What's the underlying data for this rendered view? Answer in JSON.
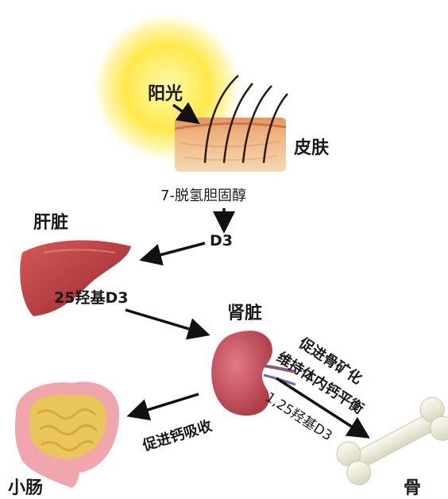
{
  "labels": {
    "sunlight": "阳光",
    "skin": "皮肤",
    "precursor": "7-脱氢胆固醇",
    "d3": "D3",
    "liver": "肝脏",
    "hydroxy_d3": "25羟基D3",
    "kidney": "肾脏",
    "intestine": "小肠",
    "bone": "骨",
    "promote_absorption": "促进钙吸收",
    "promote_mineralization": "促进骨矿化",
    "maintain_balance": "维持体内钙平衡",
    "dihydroxy_d3": "1,25羟基D3"
  },
  "colors": {
    "sun_glow": "#fff3a0",
    "sun_core": "#ffe23a",
    "skin_top": "#e9a470",
    "skin_body": "#f2c9a0",
    "liver": "#b7353a",
    "kidney": "#c24a58",
    "intestine_outer": "#f0a8b0",
    "intestine_inner": "#e8c45a",
    "bone": "#f1efdf",
    "arrow": "#111111"
  }
}
